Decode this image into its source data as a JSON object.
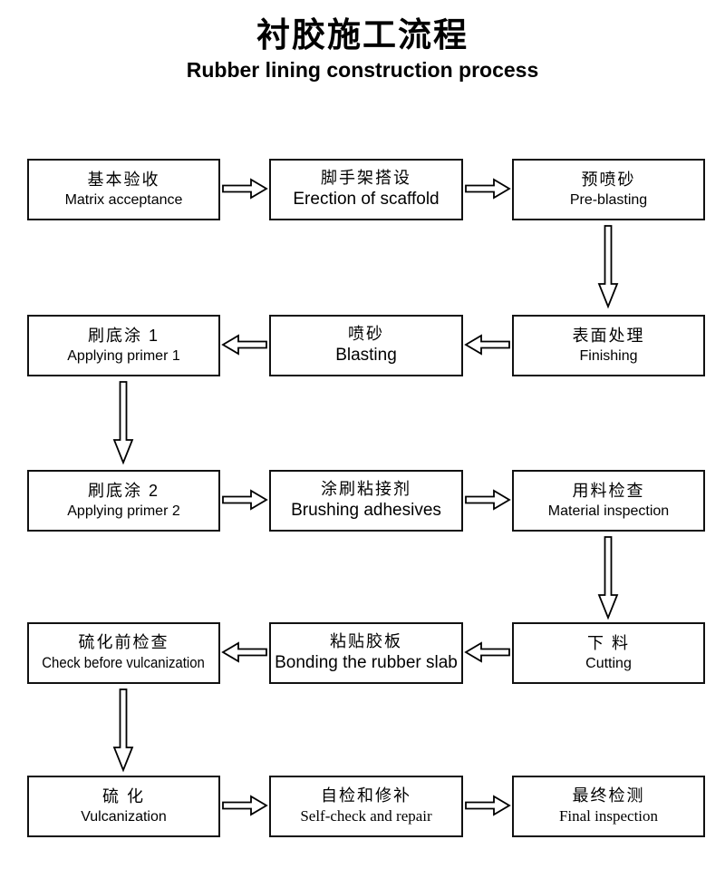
{
  "title": {
    "zh": "衬胶施工流程",
    "en": "Rubber lining construction process"
  },
  "colors": {
    "background": "#ffffff",
    "box_border": "#111111",
    "text": "#000000",
    "arrow_fill": "#ffffff",
    "arrow_stroke": "#000000"
  },
  "nodes": [
    {
      "zh": "基本验收",
      "en": "Matrix acceptance",
      "style": "normal"
    },
    {
      "zh": "脚手架搭设",
      "en": "Erection of scaffold",
      "style": "large"
    },
    {
      "zh": "预喷砂",
      "en": "Pre-blasting",
      "style": "normal"
    },
    {
      "zh": "刷底涂 1",
      "en": "Applying primer 1",
      "style": "normal"
    },
    {
      "zh": "喷砂",
      "en": "Blasting",
      "style": "large"
    },
    {
      "zh": "表面处理",
      "en": "Finishing",
      "style": "normal"
    },
    {
      "zh": "刷底涂 2",
      "en": "Applying primer 2",
      "style": "normal"
    },
    {
      "zh": "涂刷粘接剂",
      "en": "Brushing adhesives",
      "style": "large"
    },
    {
      "zh": "用料检查",
      "en": "Material inspection",
      "style": "normal"
    },
    {
      "zh": "硫化前检查",
      "en": "Check before vulcanization",
      "style": "condensed"
    },
    {
      "zh": "粘贴胶板",
      "en": "Bonding the rubber slab",
      "style": "large"
    },
    {
      "zh": "下 料",
      "en": "Cutting",
      "style": "normal"
    },
    {
      "zh": "硫  化",
      "en": "Vulcanization",
      "style": "normal"
    },
    {
      "zh": "自检和修补",
      "en": "Self-check and repair",
      "style": "serif"
    },
    {
      "zh": "最终检测",
      "en": "Final inspection",
      "style": "serif"
    }
  ],
  "flow_sequence": [
    "Matrix acceptance",
    "Erection of scaffold",
    "Pre-blasting",
    "Finishing",
    "Blasting",
    "Applying primer 1",
    "Applying primer 2",
    "Brushing adhesives",
    "Material inspection",
    "Cutting",
    "Bonding the rubber slab",
    "Check before vulcanization",
    "Vulcanization",
    "Self-check and repair",
    "Final inspection"
  ]
}
